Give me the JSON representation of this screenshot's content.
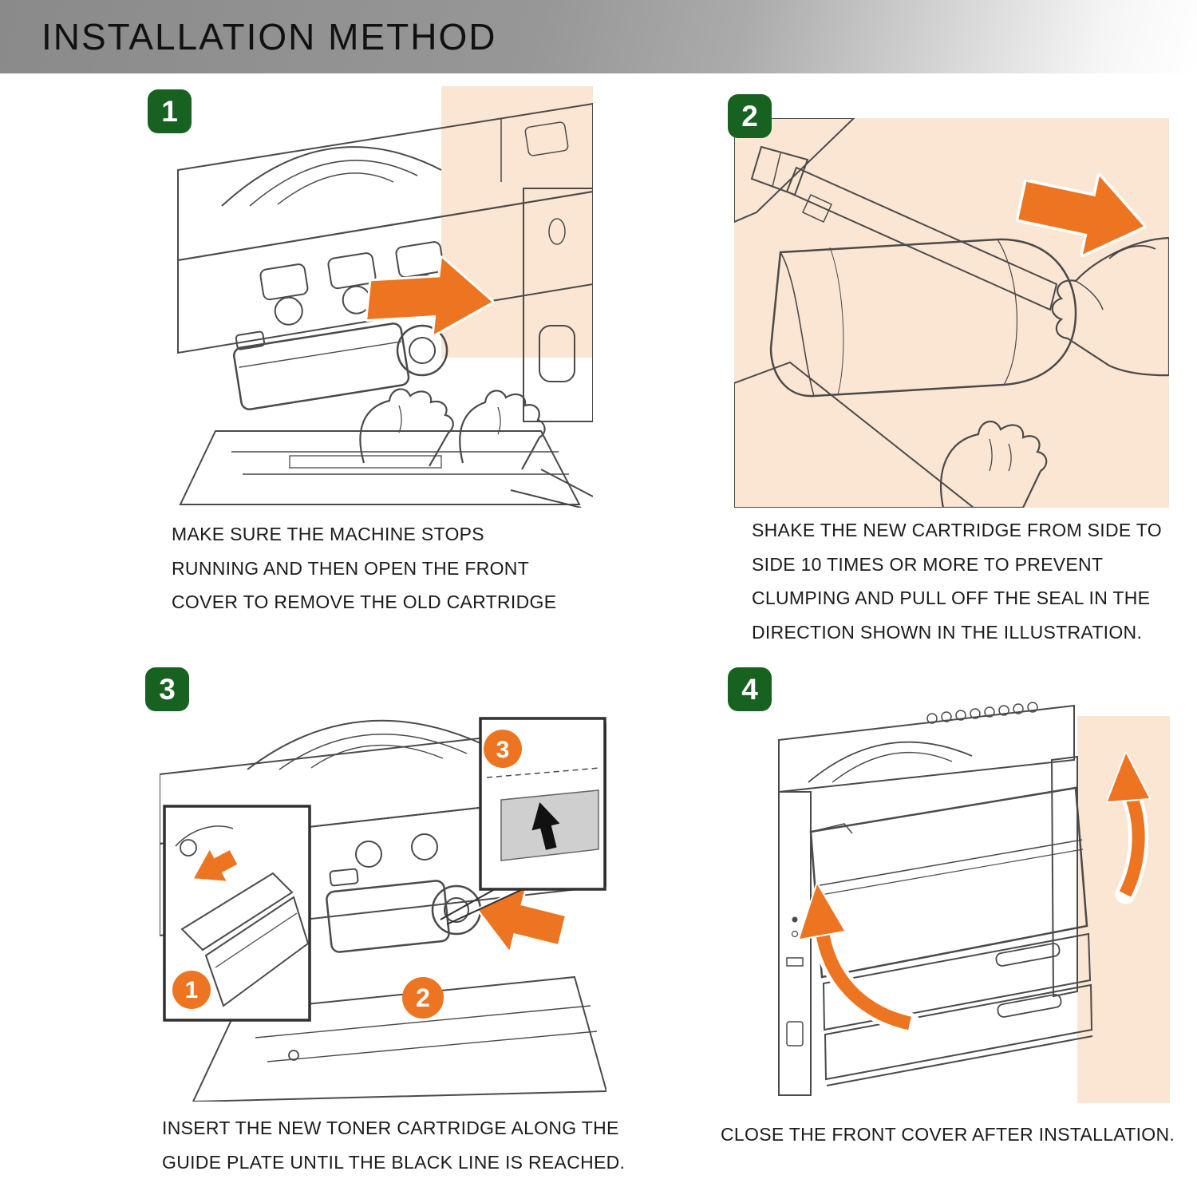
{
  "header": {
    "title": "INSTALLATION METHOD"
  },
  "colors": {
    "badge_green": "#176220",
    "arrow_orange": "#ED7420",
    "panel_peach": "#FBE6D4",
    "line_art": "#4a4a4a"
  },
  "steps": [
    {
      "number": "1",
      "caption": "MAKE SURE THE MACHINE STOPS RUNNING AND THEN OPEN THE FRONT COVER TO REMOVE THE OLD CARTRIDGE",
      "illustration": "hands-removing-old-cartridge-from-printer"
    },
    {
      "number": "2",
      "caption": "SHAKE THE NEW CARTRIDGE FROM SIDE TO SIDE 10 TIMES OR MORE TO PREVENT CLUMPING AND PULL OFF THE SEAL IN THE DIRECTION SHOWN IN THE ILLUSTRATION.",
      "illustration": "hand-pulling-seal-off-new-cartridge"
    },
    {
      "number": "3",
      "caption": "INSERT THE NEW TONER CARTRIDGE ALONG THE GUIDE PLATE UNTIL THE BLACK LINE IS REACHED.",
      "callouts": [
        "1",
        "2",
        "3"
      ],
      "illustration": "inserting-cartridge-along-guide-plate"
    },
    {
      "number": "4",
      "caption": "CLOSE THE FRONT COVER AFTER INSTALLATION.",
      "illustration": "closing-front-cover"
    }
  ]
}
